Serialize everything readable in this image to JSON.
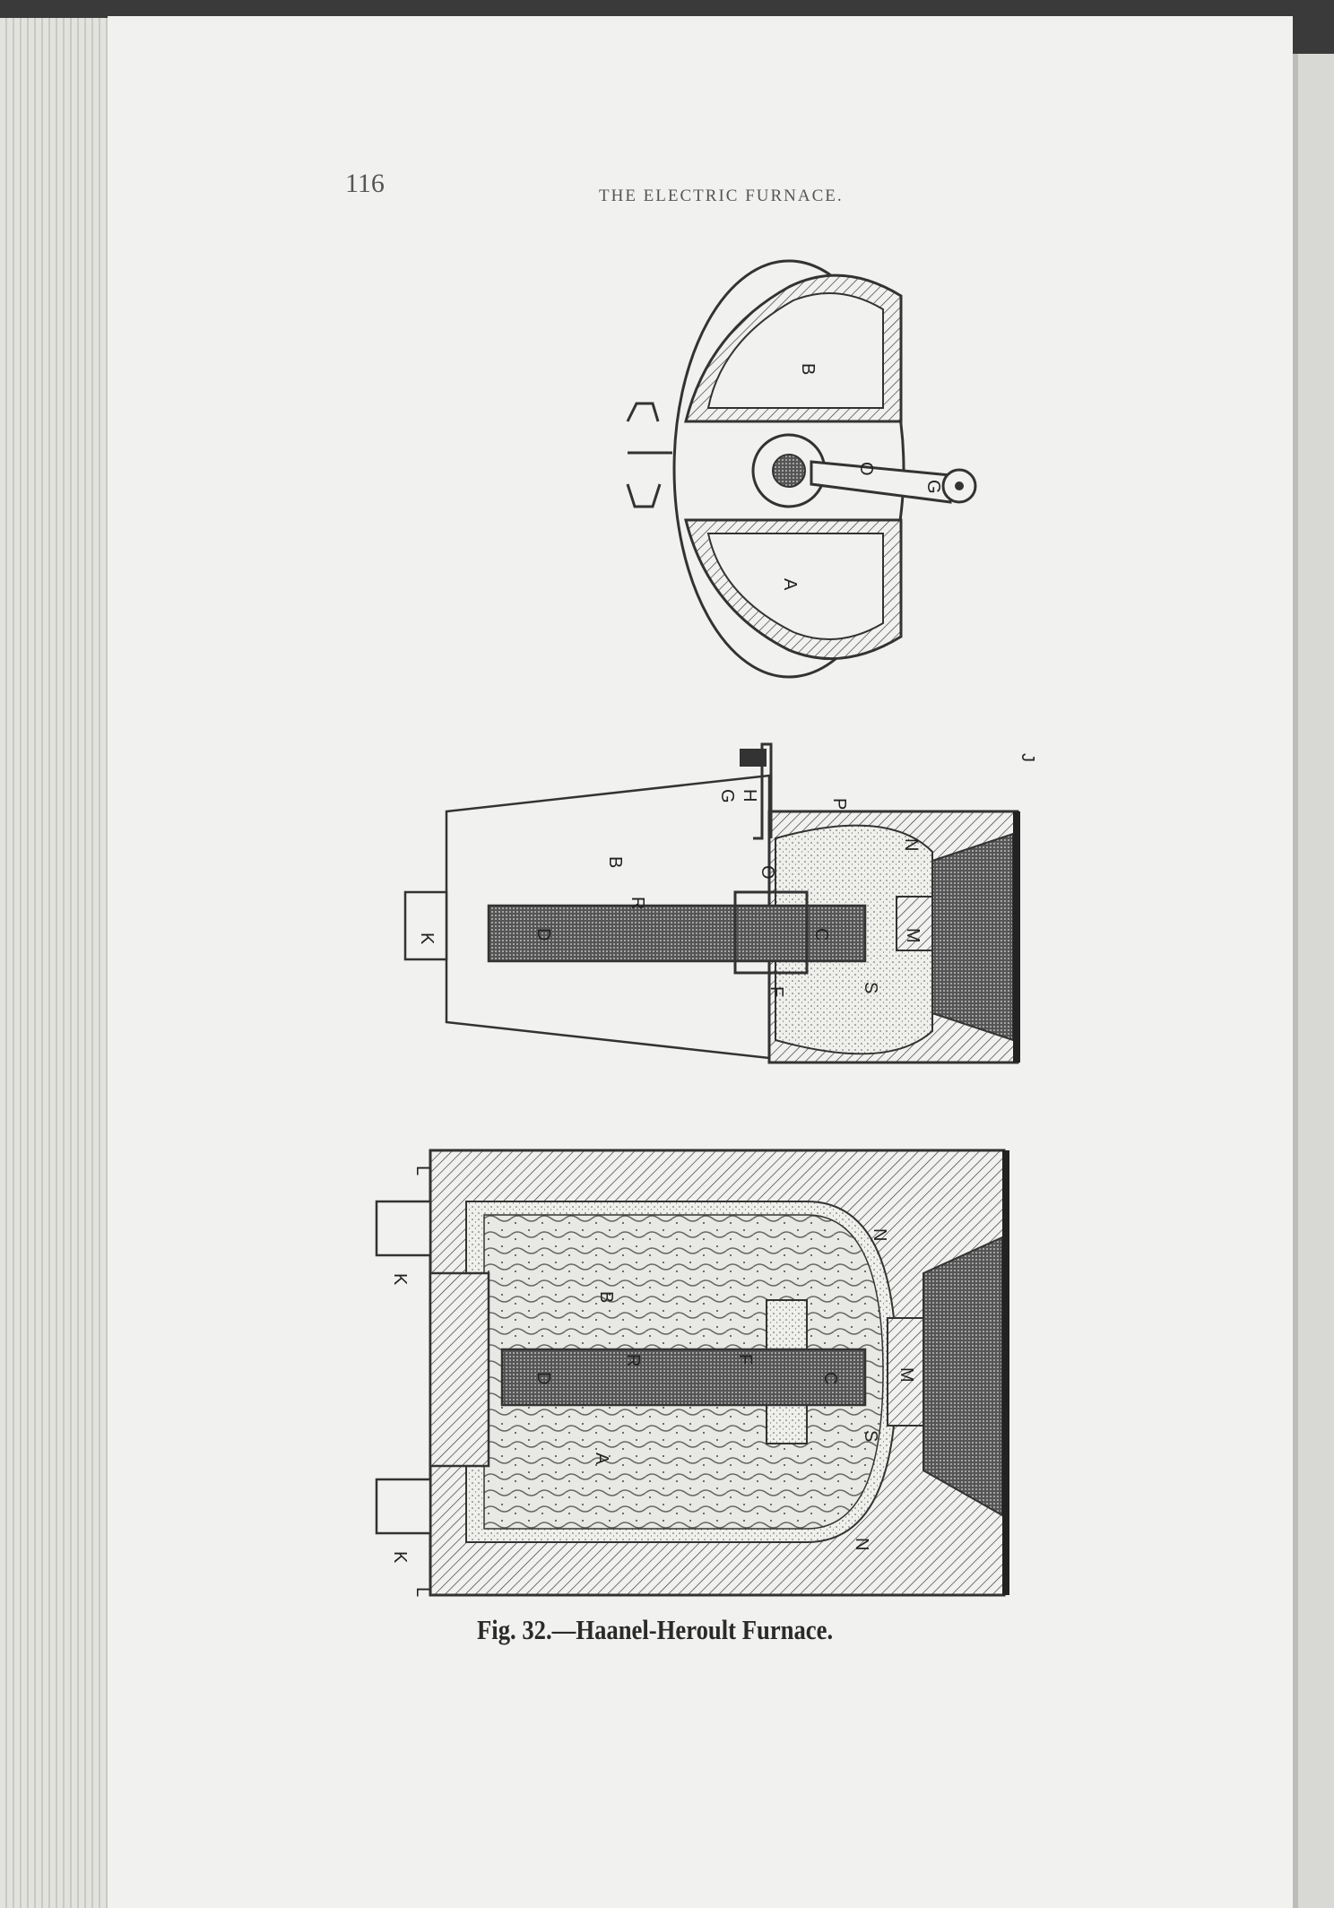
{
  "page": {
    "page_number": "116",
    "running_head": "THE ELECTRIC FURNACE.",
    "caption": "Fig. 32.—Haanel-Heroult Furnace."
  },
  "figure": {
    "plan_labels": [
      "A",
      "B",
      "G",
      "O"
    ],
    "section_labels": [
      "K",
      "D",
      "B",
      "R",
      "G",
      "H",
      "O",
      "C",
      "F",
      "S",
      "M",
      "N",
      "P",
      "J"
    ],
    "elevation_labels": [
      "K",
      "L",
      "A",
      "B",
      "D",
      "R",
      "F",
      "C",
      "S",
      "M",
      "N"
    ]
  }
}
